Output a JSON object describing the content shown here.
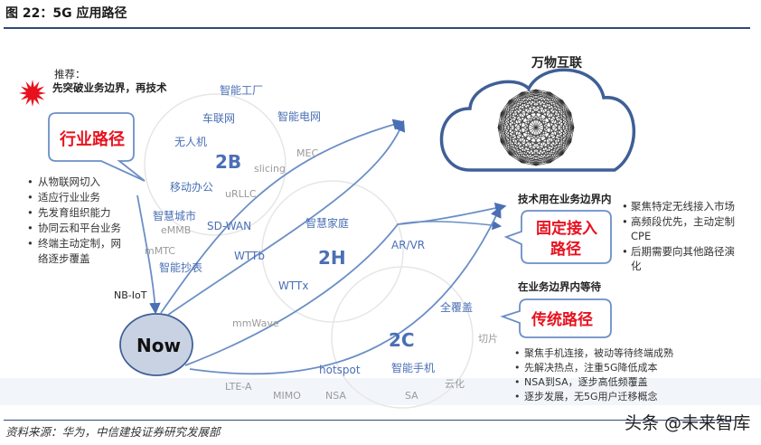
{
  "header": {
    "title": "图 22：5G 应用路径"
  },
  "footer": {
    "source": "资料来源：华为，中信建投证券研究发展部",
    "watermark": "头条 @未来智库"
  },
  "cloud": {
    "label": "万物互联"
  },
  "recommend": {
    "line1": "推荐：",
    "line2": "先突破业务边界，再技术"
  },
  "industry": {
    "label": "行业路径",
    "bullets": [
      "从物联网切入",
      "适应行业业务",
      "先发育组织能力",
      "协同云和平台业务",
      "终端主动定制，网",
      "络逐步覆盖"
    ]
  },
  "fixed": {
    "caption": "技术用在业务边界内",
    "label1": "固定接入",
    "label2": "路径",
    "bullets": [
      "聚焦特定无线接入市场",
      "高频段优先，主动定制",
      "CPE",
      "后期需要向其他路径演",
      "化"
    ]
  },
  "traditional": {
    "caption": "在业务边界内等待",
    "label": "传统路径",
    "bullets": [
      "聚焦手机连接，被动等待终端成熟",
      "先解决热点，注重5G降低成本",
      "NSA到SA，逐步高低频覆盖",
      "逐步发展，无5G用户迁移概念"
    ]
  },
  "circles": {
    "c2b": "2B",
    "c2h": "2H",
    "c2c": "2C",
    "now": "Now"
  },
  "apps_2b": [
    "智能工厂",
    "车联网",
    "智能电网",
    "无人机",
    "移动办公",
    "智慧城市",
    "SD-WAN",
    "智能抄表"
  ],
  "apps_2h": [
    "智慧家庭",
    "AR/VR",
    "全覆盖"
  ],
  "apps_2c": [
    "hotspot",
    "智能手机"
  ],
  "tech_terms": [
    "slicing",
    "MEC",
    "uRLLC",
    "eMMB",
    "mMTC",
    "WTTb",
    "WTTx",
    "mmWave",
    "LTE-A",
    "MIMO",
    "NSA",
    "SA",
    "云化",
    "切片",
    "NB-IoT"
  ],
  "colors": {
    "blue_text": "#4a6fb5",
    "grey_text": "#9a9a9a",
    "red": "#e8121f",
    "cloud": "#3f5f96",
    "now_fill": "#c9d2e3"
  }
}
